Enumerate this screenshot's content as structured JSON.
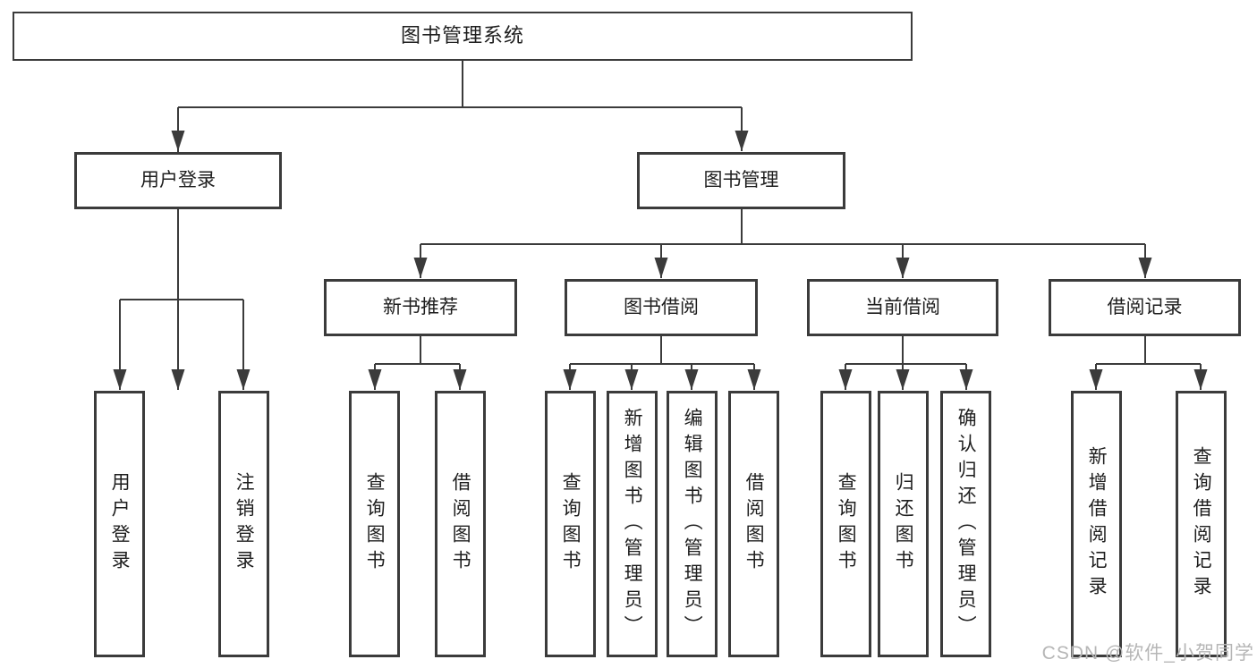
{
  "colors": {
    "line": "#3b3b3b",
    "text": "#1e1e1e",
    "watermark_text": "#b6b6b6",
    "background": "#ffffff"
  },
  "tree": {
    "root": "图书管理系统",
    "branches": [
      {
        "label": "用户登录",
        "children": [
          "用户登录",
          "注销登录"
        ]
      },
      {
        "label": "图书管理",
        "groups": [
          {
            "label": "新书推荐",
            "children": [
              "查询图书",
              "借阅图书"
            ]
          },
          {
            "label": "图书借阅",
            "children": [
              "查询图书",
              "新增图书（管理员）",
              "编辑图书（管理员）",
              "借阅图书"
            ]
          },
          {
            "label": "当前借阅",
            "children": [
              "查询图书",
              "归还图书",
              "确认归还（管理员）"
            ]
          },
          {
            "label": "借阅记录",
            "children": [
              "新增借阅记录",
              "查询借阅记录"
            ]
          }
        ]
      }
    ]
  },
  "watermark": {
    "text": "CSDN @软件_小贺同学"
  }
}
